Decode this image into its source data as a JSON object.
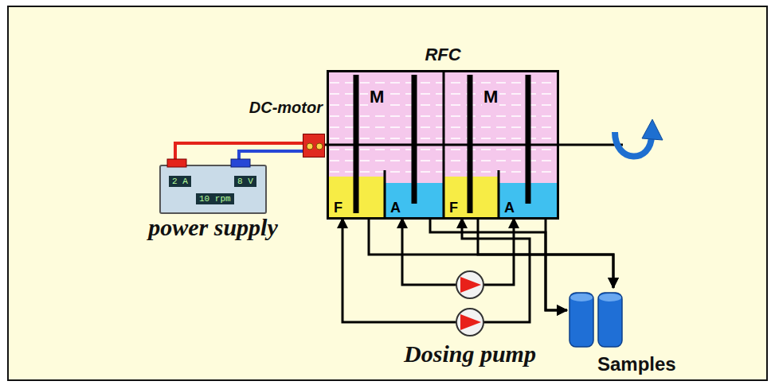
{
  "diagram": {
    "nodes": [
      {
        "text": [
          "2 A",
          "8 V",
          "10 rpm",
          "power supply"
        ]
      },
      {
        "text": [
          "DC-motor"
        ]
      },
      {
        "text": [
          "RFC"
        ]
      },
      {
        "text": [
          "F"
        ],
        "in": 2
      },
      {
        "text": [
          "A"
        ],
        "in": 2
      },
      {
        "text": [
          "F"
        ],
        "in": 2
      },
      {
        "text": [
          "A"
        ],
        "in": 2
      },
      {
        "text": [
          "Dosing pump"
        ]
      },
      {
        "text": [
          "Samples"
        ]
      }
    ],
    "edges": [
      {
        "from": 0,
        "to": 1,
        "arrow": "none"
      },
      {
        "from": 0,
        "to": 1,
        "arrow": "none"
      },
      {
        "from": 7,
        "to": 4,
        "arrow": "to"
      },
      {
        "from": 7,
        "to": 6,
        "arrow": "to"
      },
      {
        "from": 7,
        "to": 3,
        "arrow": "to"
      },
      {
        "from": 7,
        "to": 5,
        "arrow": "to"
      },
      {
        "from": 3,
        "to": 8,
        "arrow": "to"
      },
      {
        "from": 5,
        "to": 8,
        "arrow": "to"
      },
      {
        "from": 4,
        "to": 8,
        "arrow": "to"
      },
      {
        "from": 6,
        "to": 8,
        "arrow": "to"
      }
    ],
    "labels": [
      "M",
      "M"
    ]
  }
}
